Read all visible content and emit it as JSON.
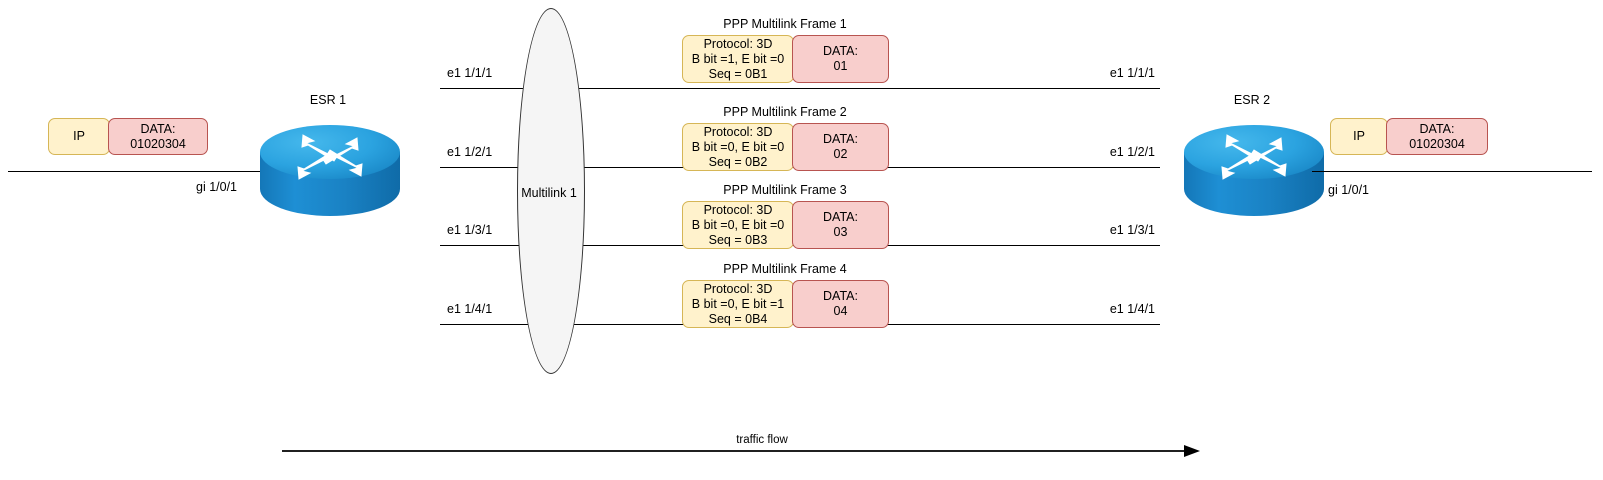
{
  "diagram": {
    "title_hidden": "PPP Multilink over four E1 links between two ESR routers",
    "traffic_flow_label": "traffic flow",
    "multilink_bundle_label": "Multilink 1"
  },
  "left_side": {
    "router_label": "ESR 1",
    "router_icon": "router-icon",
    "access_port_label": "gi 1/0/1",
    "packet": {
      "header_label": "IP",
      "payload_label": "DATA:\n01020304"
    },
    "member_links": [
      {
        "interface": "e1 1/1/1"
      },
      {
        "interface": "e1 1/2/1"
      },
      {
        "interface": "e1 1/3/1"
      },
      {
        "interface": "e1 1/4/1"
      }
    ]
  },
  "right_side": {
    "router_label": "ESR 2",
    "router_icon": "router-icon",
    "access_port_label": "gi 1/0/1",
    "packet": {
      "header_label": "IP",
      "payload_label": "DATA:\n01020304"
    },
    "member_links": [
      {
        "interface": "e1 1/1/1"
      },
      {
        "interface": "e1 1/2/1"
      },
      {
        "interface": "e1 1/3/1"
      },
      {
        "interface": "e1 1/4/1"
      }
    ]
  },
  "frames": [
    {
      "caption": "PPP Multilink Frame 1",
      "header_label": "Protocol: 3D\nB bit =1, E bit =0\nSeq = 0B1",
      "payload_label": "DATA:\n01"
    },
    {
      "caption": "PPP Multilink Frame 2",
      "header_label": "Protocol: 3D\nB bit =0, E bit =0\nSeq = 0B2",
      "payload_label": "DATA:\n02"
    },
    {
      "caption": "PPP Multilink Frame 3",
      "header_label": "Protocol: 3D\nB bit =0, E bit =0\nSeq = 0B3",
      "payload_label": "DATA:\n03"
    },
    {
      "caption": "PPP Multilink Frame 4",
      "header_label": "Protocol: 3D\nB bit =0, E bit =1\nSeq = 0B4",
      "payload_label": "DATA:\n04"
    }
  ],
  "colors": {
    "header_fill": "#fff2cc",
    "header_stroke": "#d6b656",
    "payload_fill": "#f8cecc",
    "payload_stroke": "#b85450",
    "router_body": "#1f8fd6",
    "router_top": "#2ca5e0",
    "bundle_fill": "#f5f5f5",
    "bundle_stroke": "#333333",
    "wire": "#000000"
  }
}
